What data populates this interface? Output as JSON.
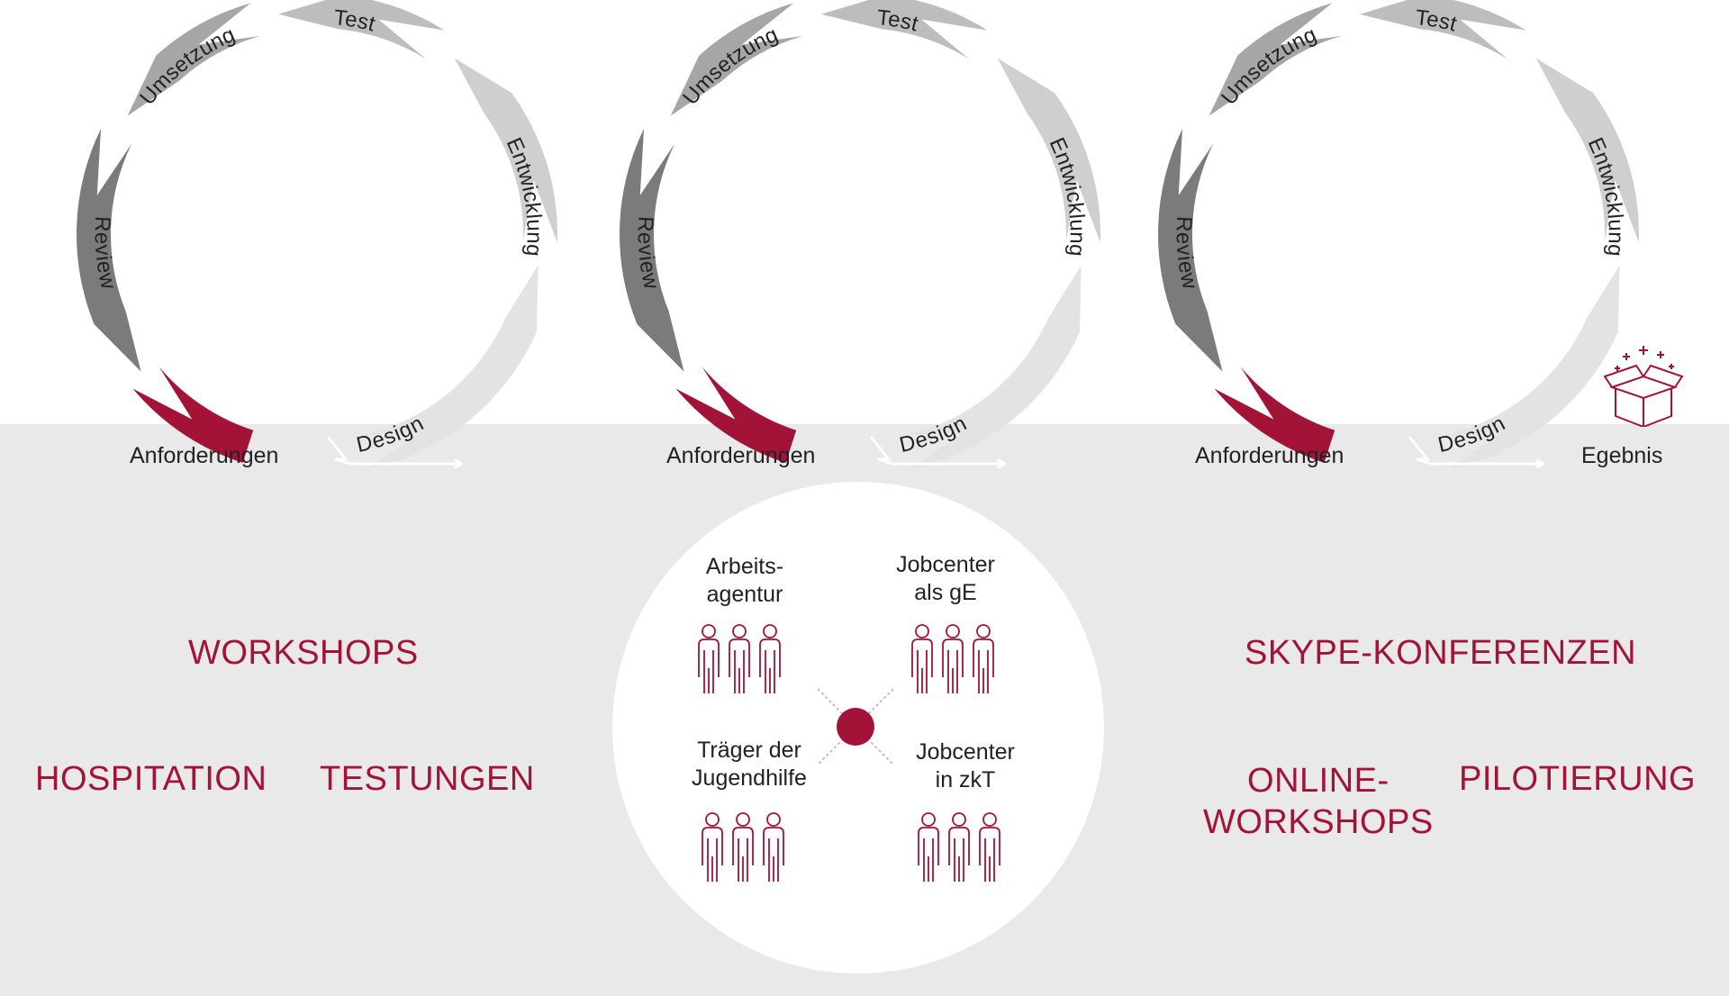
{
  "cycles": [
    {
      "segments": {
        "umsetzung": "Umsetzung",
        "test": "Test",
        "entwicklung": "Entwicklung",
        "design": "Design",
        "review": "Review"
      },
      "start_label": "Anforderungen",
      "end_label": ""
    },
    {
      "segments": {
        "umsetzung": "Umsetzung",
        "test": "Test",
        "entwicklung": "Entwicklung",
        "design": "Design",
        "review": "Review"
      },
      "start_label": "Anforderungen",
      "end_label": ""
    },
    {
      "segments": {
        "umsetzung": "Umsetzung",
        "test": "Test",
        "entwicklung": "Entwicklung",
        "design": "Design",
        "review": "Review"
      },
      "start_label": "Anforderungen",
      "end_label": "Egebnis"
    }
  ],
  "methods_left": {
    "workshops": "WORKSHOPS",
    "hospitation": "HOSPITATION",
    "testungen": "TESTUNGEN"
  },
  "methods_right": {
    "skype": "SKYPE-KONFERENZEN",
    "online_line1": "ONLINE-",
    "online_line2": "WORKSHOPS",
    "pilotierung": "PILOTIERUNG"
  },
  "stakeholders": {
    "arbeitsagentur": {
      "line1": "Arbeits-",
      "line2": "agentur"
    },
    "jobcenter_ge": {
      "line1": "Jobcenter",
      "line2": "als gE"
    },
    "traeger": {
      "line1": "Träger der",
      "line2": "Jugendhilfe"
    },
    "jobcenter_zkt": {
      "line1": "Jobcenter",
      "line2": "in zkT"
    }
  },
  "colors": {
    "accent": "#a31338",
    "band": "#e9e9e9",
    "review": "#7b7b7b",
    "umsetzung": "#a6a6a6",
    "test": "#bdbdbd",
    "entwicklung": "#cfcfcf",
    "design": "#e3e3e3"
  },
  "icons": {
    "result": "open-gift-box-icon",
    "people": "people-group-icon",
    "hub": "connection-hub-icon"
  }
}
